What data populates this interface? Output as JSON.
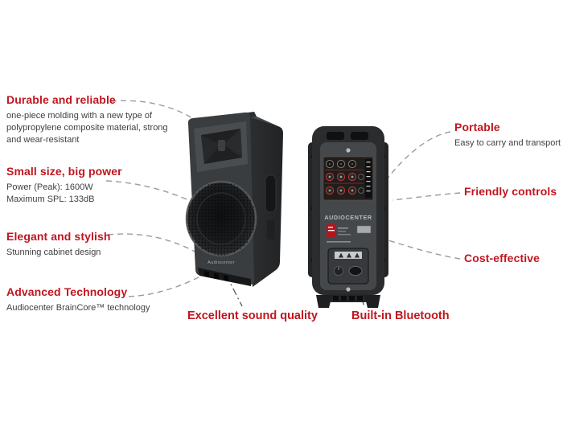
{
  "colors": {
    "accent_red": "#c0161f",
    "body_text": "#3f3f3f",
    "leader_line": "#9b9b9b",
    "pointer_line": "#4e4e4e",
    "speaker_body": "#35383b"
  },
  "callouts": {
    "left": [
      {
        "title": "Durable and reliable",
        "body": "one-piece molding with a new type of polypropylene composite material, strong and wear-resistant"
      },
      {
        "title": "Small size, big power",
        "line1": "Power (Peak): 1600W",
        "line2": "Maximum SPL: 133dB"
      },
      {
        "title": "Elegant and stylish",
        "body": "Stunning cabinet design"
      },
      {
        "title": "Advanced Technology",
        "body": "Audiocenter BrainCore™ technology"
      }
    ],
    "right": [
      {
        "title": "Portable",
        "body": "Easy to carry and transport"
      },
      {
        "title": "Friendly controls"
      },
      {
        "title": "Cost-effective"
      }
    ],
    "bottom": [
      {
        "title": "Excellent sound quality"
      },
      {
        "title": "Built-in Bluetooth"
      }
    ]
  },
  "speakers": {
    "front": {
      "brand_logo": "Audiocenter"
    },
    "back": {
      "brand_logo": "AUDIOCENTER"
    }
  }
}
